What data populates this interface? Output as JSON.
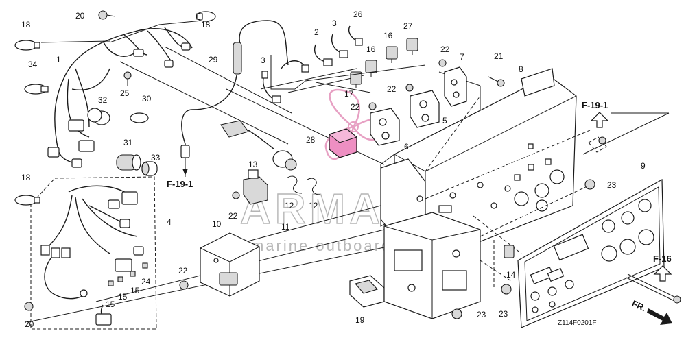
{
  "diagram": {
    "code": "Z114F0201F",
    "watermark": {
      "brand": "ARMADA",
      "tagline": "marine outboards"
    },
    "references": [
      {
        "id": "ref-f19-1-top",
        "text": "F-19-1"
      },
      {
        "id": "ref-f19-1-left",
        "text": "F-19-1"
      },
      {
        "id": "ref-f16",
        "text": "F-16"
      }
    ],
    "direction": "FR.",
    "callouts": [
      "1",
      "2",
      "3",
      "3",
      "4",
      "5",
      "6",
      "7",
      "8",
      "9",
      "10",
      "11",
      "12",
      "12",
      "13",
      "14",
      "15",
      "15",
      "15",
      "16",
      "16",
      "17",
      "18",
      "18",
      "18",
      "19",
      "20",
      "20",
      "21",
      "22",
      "22",
      "22",
      "22",
      "22",
      "23",
      "23",
      "23",
      "23",
      "24",
      "25",
      "26",
      "27",
      "28",
      "29",
      "30",
      "31",
      "32",
      "33",
      "34"
    ]
  }
}
